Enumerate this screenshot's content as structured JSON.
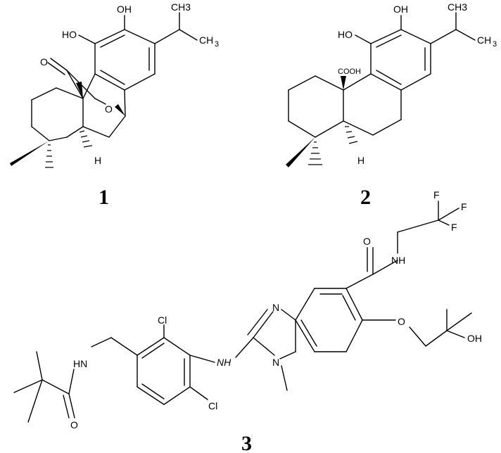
{
  "compounds": [
    {
      "number": "1"
    },
    {
      "number": "2"
    },
    {
      "number": "3"
    }
  ],
  "atoms": {
    "oh": "OH",
    "ho": "HO",
    "ch3": "CH3",
    "ch": "CH",
    "three": "3",
    "o": "O",
    "h": "H",
    "cooh": "COOH",
    "f": "F",
    "nh": "NH",
    "n": "N",
    "cl": "Cl",
    "hn": "HN"
  }
}
